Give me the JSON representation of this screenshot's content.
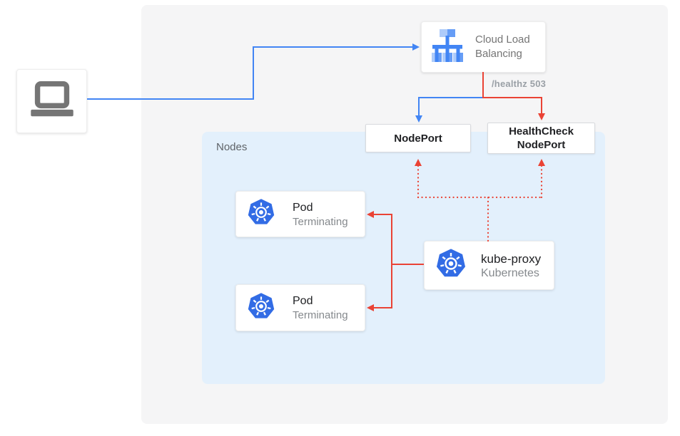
{
  "colors": {
    "blue": "#4285F4",
    "red": "#EA4335",
    "kubernetes_blue": "#326CE5",
    "nodes_bg": "#E3F0FC",
    "canvas_bg": "#F5F5F6",
    "text_dark": "#202124",
    "text_gray": "#757575",
    "text_light_gray": "#9AA0A6"
  },
  "client": {
    "icon": "laptop-icon"
  },
  "load_balancer": {
    "icon": "cloud-load-balancing-icon",
    "title": "Cloud Load Balancing"
  },
  "health_check_label": "/healthz 503",
  "node_port_label": "NodePort",
  "health_check_node_port_label": "HealthCheck NodePort",
  "nodes": {
    "label": "Nodes",
    "pods": [
      {
        "icon": "kubernetes-icon",
        "title": "Pod",
        "status": "Terminating"
      },
      {
        "icon": "kubernetes-icon",
        "title": "Pod",
        "status": "Terminating"
      }
    ],
    "kube_proxy": {
      "icon": "kubernetes-icon",
      "title": "kube-proxy",
      "subtitle": "Kubernetes"
    }
  }
}
